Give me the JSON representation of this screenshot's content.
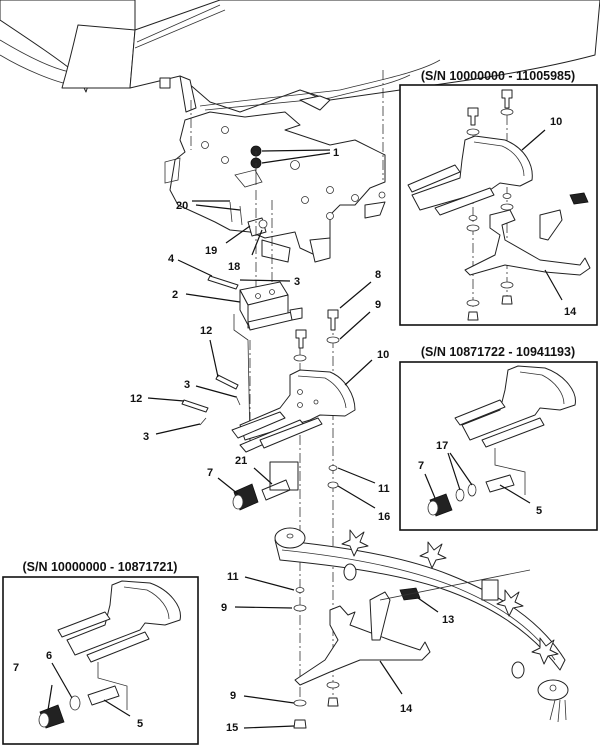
{
  "diagram": {
    "type": "exploded parts diagram",
    "main_callouts": {
      "c1": "1",
      "c20": "20",
      "c19": "19",
      "c18": "18",
      "c4": "4",
      "c3a": "3",
      "c2": "2",
      "c8": "8",
      "c9a": "9",
      "c12a": "12",
      "c10": "10",
      "c3b": "3",
      "c12b": "12",
      "c3c": "3",
      "c7": "7",
      "c21": "21",
      "c11a": "11",
      "c16": "16",
      "c11b": "11",
      "c9b": "9",
      "c13": "13",
      "c14": "14",
      "c9c": "9",
      "c15": "15"
    },
    "insets": [
      {
        "title": "(S/N 10000000 - 11005985)",
        "callouts": {
          "c10": "10",
          "c14": "14"
        }
      },
      {
        "title": "(S/N 10871722 - 10941193)",
        "callouts": {
          "c7": "7",
          "c17": "17",
          "c5": "5"
        }
      },
      {
        "title": "(S/N 10000000 - 10871721)",
        "callouts": {
          "c6": "6",
          "c7": "7",
          "c5": "5"
        }
      }
    ]
  }
}
